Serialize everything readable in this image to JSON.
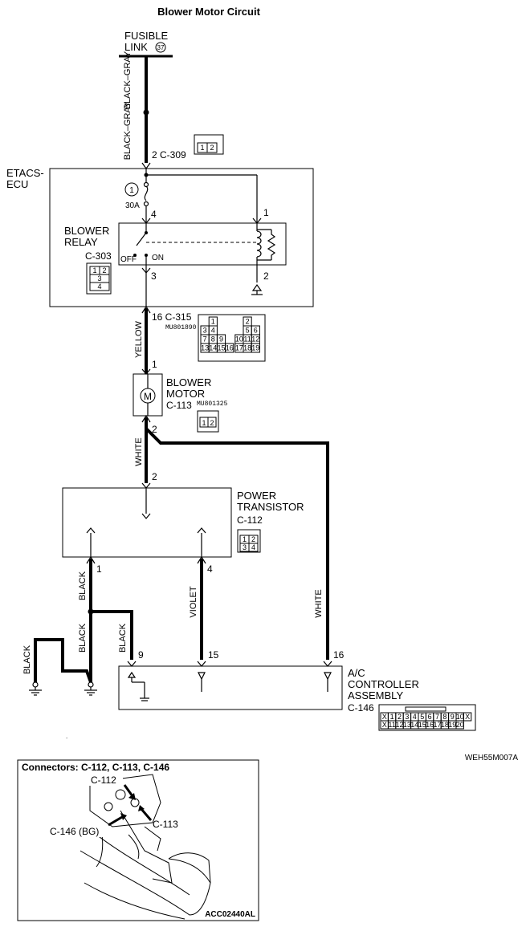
{
  "title": "Blower Motor Circuit",
  "fusible_link": {
    "line1": "FUSIBLE",
    "line2": "LINK",
    "number": "37"
  },
  "wire_colors": {
    "black_gray": "BLACK–GRAY",
    "yellow": "YELLOW",
    "white": "WHITE",
    "black": "BLACK",
    "violet": "VIOLET"
  },
  "components": {
    "etacs": {
      "line1": "ETACS-",
      "line2": "ECU"
    },
    "fuse": {
      "number": "1",
      "rating": "30A"
    },
    "relay": {
      "line1": "BLOWER",
      "line2": "RELAY",
      "off": "OFF",
      "on": "ON"
    },
    "motor": {
      "line1": "BLOWER",
      "line2": "MOTOR",
      "connector": "C-113",
      "part": "MU801325"
    },
    "transistor": {
      "line1": "POWER",
      "line2": "TRANSISTOR",
      "connector": "C-112"
    },
    "ac_controller": {
      "line1": "A/C",
      "line2": "CONTROLLER",
      "line3": "ASSEMBLY",
      "connector": "C-146"
    }
  },
  "connectors": {
    "c309": "2 C-309",
    "c303": "C-303",
    "c315": "16 C-315",
    "c315_part": "MU801890"
  },
  "pins": {
    "p4": "4",
    "p3": "3",
    "p1": "1",
    "p2": "2",
    "motor1": "1",
    "motor2": "2",
    "pt2": "2",
    "pt1": "1",
    "pt4": "4",
    "ac9": "9",
    "ac15": "15",
    "ac16": "16"
  },
  "c309_pins": [
    "1",
    "2"
  ],
  "c303_pins": [
    "1",
    "2",
    "3",
    "4"
  ],
  "c315_pins": [
    "1",
    "2",
    "3",
    "4",
    "5",
    "6",
    "7",
    "8",
    "9",
    "10",
    "11",
    "12",
    "13",
    "14",
    "15",
    "16",
    "17",
    "18",
    "19"
  ],
  "c113_pins": [
    "1",
    "2"
  ],
  "c112_pins": [
    "1",
    "2",
    "3",
    "4"
  ],
  "c146_row1": [
    "X",
    "1",
    "2",
    "3",
    "4",
    "5",
    "6",
    "7",
    "8",
    "9",
    "10",
    "X"
  ],
  "c146_row2": [
    "X",
    "11",
    "12",
    "13",
    "14",
    "15",
    "16",
    "17",
    "18",
    "19",
    "20"
  ],
  "figure_code": "WEH55M007A",
  "inset": {
    "title": "Connectors: C-112, C-113, C-146",
    "label_c112": "C-112",
    "label_c113": "C-113",
    "label_c146": "C-146 (BG)",
    "code": "ACC02440AL"
  }
}
